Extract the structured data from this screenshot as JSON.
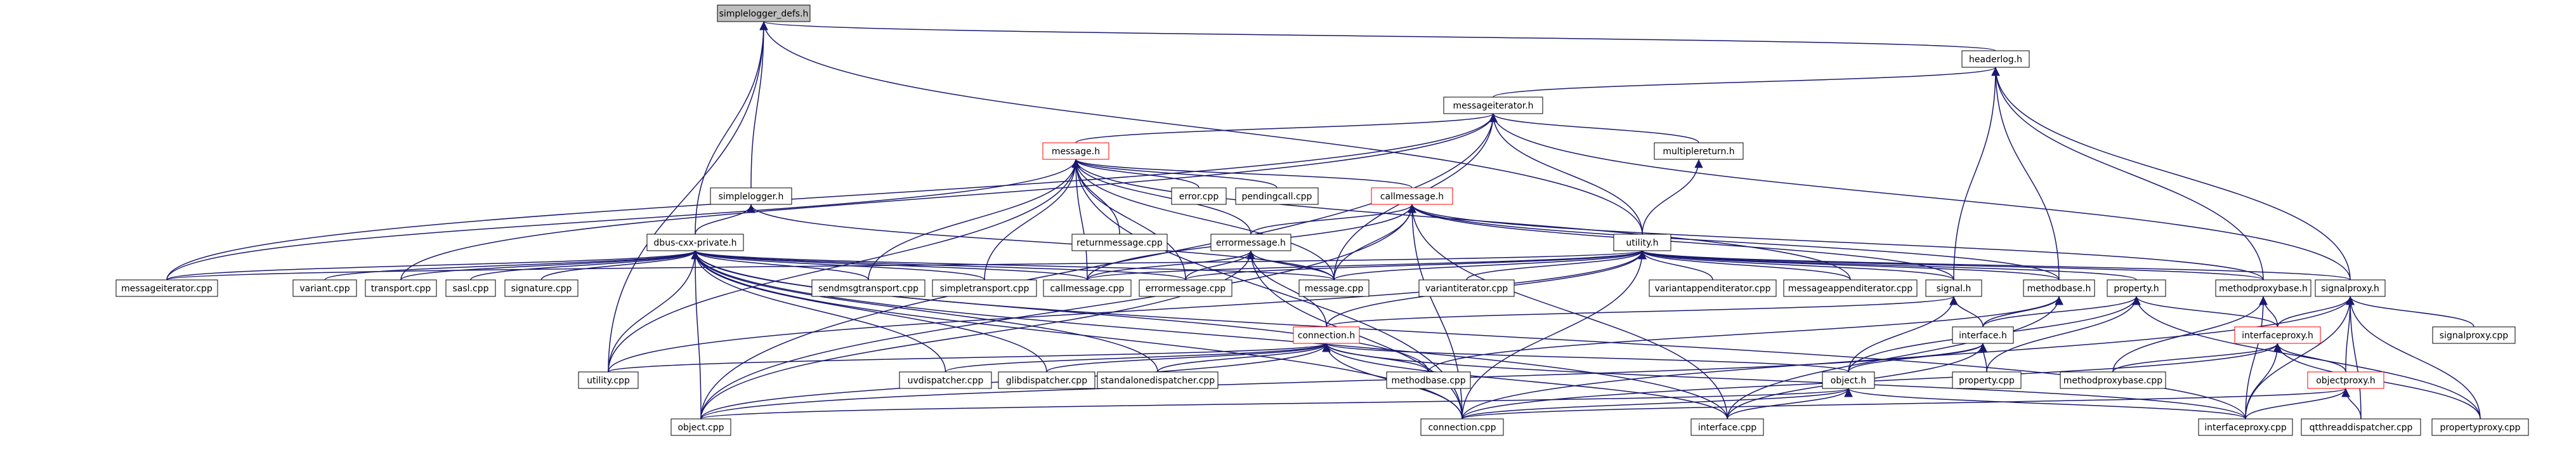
{
  "colors": {
    "edge": "#191970",
    "node_border": "#000000",
    "truncated_border": "#ff0000",
    "root_fill": "#bfbfbf",
    "background": "#ffffff"
  },
  "nodes": [
    {
      "id": "simplelogger_defs_h",
      "label": "simplelogger_defs.h",
      "kind": "root"
    },
    {
      "id": "headerlog_h",
      "label": "headerlog.h",
      "kind": "normal"
    },
    {
      "id": "messageiterator_h",
      "label": "messageiterator.h",
      "kind": "normal"
    },
    {
      "id": "message_h",
      "label": "message.h",
      "kind": "truncated"
    },
    {
      "id": "multiplereturn_h",
      "label": "multiplereturn.h",
      "kind": "normal"
    },
    {
      "id": "simplelogger_h",
      "label": "simplelogger.h",
      "kind": "normal"
    },
    {
      "id": "error_cpp",
      "label": "error.cpp",
      "kind": "normal"
    },
    {
      "id": "pendingcall_cpp",
      "label": "pendingcall.cpp",
      "kind": "normal"
    },
    {
      "id": "callmessage_h",
      "label": "callmessage.h",
      "kind": "truncated"
    },
    {
      "id": "returnmessage_cpp",
      "label": "returnmessage.cpp",
      "kind": "normal"
    },
    {
      "id": "dbus_cxx_private_h",
      "label": "dbus-cxx-private.h",
      "kind": "normal"
    },
    {
      "id": "errormessage_h",
      "label": "errormessage.h",
      "kind": "normal"
    },
    {
      "id": "utility_h",
      "label": "utility.h",
      "kind": "normal"
    },
    {
      "id": "messageiterator_cpp",
      "label": "messageiterator.cpp",
      "kind": "normal"
    },
    {
      "id": "variant_cpp",
      "label": "variant.cpp",
      "kind": "normal"
    },
    {
      "id": "transport_cpp",
      "label": "transport.cpp",
      "kind": "normal"
    },
    {
      "id": "sasl_cpp",
      "label": "sasl.cpp",
      "kind": "normal"
    },
    {
      "id": "signature_cpp",
      "label": "signature.cpp",
      "kind": "normal"
    },
    {
      "id": "sendmsgtransport_cpp",
      "label": "sendmsgtransport.cpp",
      "kind": "normal"
    },
    {
      "id": "simpletransport_cpp",
      "label": "simpletransport.cpp",
      "kind": "normal"
    },
    {
      "id": "callmessage_cpp",
      "label": "callmessage.cpp",
      "kind": "normal"
    },
    {
      "id": "errormessage_cpp",
      "label": "errormessage.cpp",
      "kind": "normal"
    },
    {
      "id": "message_cpp",
      "label": "message.cpp",
      "kind": "normal"
    },
    {
      "id": "variantiterator_cpp",
      "label": "variantiterator.cpp",
      "kind": "normal"
    },
    {
      "id": "variantappenditerator_cpp",
      "label": "variantappenditerator.cpp",
      "kind": "normal"
    },
    {
      "id": "messageappenditerator_cpp",
      "label": "messageappenditerator.cpp",
      "kind": "normal"
    },
    {
      "id": "signal_h",
      "label": "signal.h",
      "kind": "normal"
    },
    {
      "id": "methodbase_h",
      "label": "methodbase.h",
      "kind": "normal"
    },
    {
      "id": "property_h",
      "label": "property.h",
      "kind": "normal"
    },
    {
      "id": "methodproxybase_h",
      "label": "methodproxybase.h",
      "kind": "normal"
    },
    {
      "id": "signalproxy_h",
      "label": "signalproxy.h",
      "kind": "normal"
    },
    {
      "id": "signalproxy_cpp",
      "label": "signalproxy.cpp",
      "kind": "normal"
    },
    {
      "id": "connection_h",
      "label": "connection.h",
      "kind": "truncated"
    },
    {
      "id": "interface_h",
      "label": "interface.h",
      "kind": "normal"
    },
    {
      "id": "interfaceproxy_h",
      "label": "interfaceproxy.h",
      "kind": "truncated"
    },
    {
      "id": "utility_cpp",
      "label": "utility.cpp",
      "kind": "normal"
    },
    {
      "id": "uvdispatcher_cpp",
      "label": "uvdispatcher.cpp",
      "kind": "normal"
    },
    {
      "id": "glibdispatcher_cpp",
      "label": "glibdispatcher.cpp",
      "kind": "normal"
    },
    {
      "id": "standalonedispatcher_cpp",
      "label": "standalonedispatcher.cpp",
      "kind": "normal"
    },
    {
      "id": "methodbase_cpp",
      "label": "methodbase.cpp",
      "kind": "normal"
    },
    {
      "id": "property_cpp",
      "label": "property.cpp",
      "kind": "normal"
    },
    {
      "id": "methodproxybase_cpp",
      "label": "methodproxybase.cpp",
      "kind": "normal"
    },
    {
      "id": "objectproxy_h",
      "label": "objectproxy.h",
      "kind": "truncated"
    },
    {
      "id": "object_h",
      "label": "object.h",
      "kind": "normal"
    },
    {
      "id": "object_cpp",
      "label": "object.cpp",
      "kind": "normal"
    },
    {
      "id": "connection_cpp",
      "label": "connection.cpp",
      "kind": "normal"
    },
    {
      "id": "interface_cpp",
      "label": "interface.cpp",
      "kind": "normal"
    },
    {
      "id": "interfaceproxy_cpp",
      "label": "interfaceproxy.cpp",
      "kind": "normal"
    },
    {
      "id": "qtthreaddispatcher_cpp",
      "label": "qtthreaddispatcher.cpp",
      "kind": "normal"
    },
    {
      "id": "propertyproxy_cpp",
      "label": "propertyproxy.cpp",
      "kind": "normal"
    }
  ],
  "edges": [
    [
      "simplelogger_defs_h",
      "headerlog_h"
    ],
    [
      "simplelogger_defs_h",
      "simplelogger_h"
    ],
    [
      "simplelogger_defs_h",
      "dbus_cxx_private_h"
    ],
    [
      "simplelogger_defs_h",
      "utility_h"
    ],
    [
      "simplelogger_defs_h",
      "utility_cpp"
    ],
    [
      "headerlog_h",
      "messageiterator_h"
    ],
    [
      "headerlog_h",
      "signal_h"
    ],
    [
      "headerlog_h",
      "methodbase_h"
    ],
    [
      "headerlog_h",
      "methodproxybase_h"
    ],
    [
      "headerlog_h",
      "signalproxy_h"
    ],
    [
      "messageiterator_h",
      "message_h"
    ],
    [
      "messageiterator_h",
      "multiplereturn_h"
    ],
    [
      "messageiterator_h",
      "utility_h"
    ],
    [
      "messageiterator_h",
      "messageiterator_cpp"
    ],
    [
      "messageiterator_h",
      "message_cpp"
    ],
    [
      "messageiterator_h",
      "signalproxy_h"
    ],
    [
      "messageiterator_h",
      "object_cpp"
    ],
    [
      "messageiterator_h",
      "transport_cpp"
    ],
    [
      "message_h",
      "error_cpp"
    ],
    [
      "message_h",
      "pendingcall_cpp"
    ],
    [
      "message_h",
      "callmessage_h"
    ],
    [
      "message_h",
      "returnmessage_cpp"
    ],
    [
      "message_h",
      "errormessage_h"
    ],
    [
      "message_h",
      "sendmsgtransport_cpp"
    ],
    [
      "message_h",
      "simpletransport_cpp"
    ],
    [
      "message_h",
      "callmessage_cpp"
    ],
    [
      "message_h",
      "errormessage_cpp"
    ],
    [
      "message_h",
      "message_cpp"
    ],
    [
      "message_h",
      "messageiterator_cpp"
    ],
    [
      "message_h",
      "messageappenditerator_cpp"
    ],
    [
      "message_h",
      "utility_cpp"
    ],
    [
      "message_h",
      "connection_cpp"
    ],
    [
      "multiplereturn_h",
      "utility_h"
    ],
    [
      "simplelogger_h",
      "dbus_cxx_private_h"
    ],
    [
      "simplelogger_h",
      "message_cpp"
    ],
    [
      "callmessage_h",
      "errormessage_h"
    ],
    [
      "callmessage_h",
      "callmessage_cpp"
    ],
    [
      "callmessage_h",
      "message_cpp"
    ],
    [
      "callmessage_h",
      "signal_h"
    ],
    [
      "callmessage_h",
      "methodbase_h"
    ],
    [
      "callmessage_h",
      "interface_cpp"
    ],
    [
      "callmessage_h",
      "connection_cpp"
    ],
    [
      "callmessage_h",
      "object_cpp"
    ],
    [
      "callmessage_h",
      "methodproxybase_h"
    ],
    [
      "dbus_cxx_private_h",
      "messageiterator_cpp"
    ],
    [
      "dbus_cxx_private_h",
      "variant_cpp"
    ],
    [
      "dbus_cxx_private_h",
      "transport_cpp"
    ],
    [
      "dbus_cxx_private_h",
      "sasl_cpp"
    ],
    [
      "dbus_cxx_private_h",
      "signature_cpp"
    ],
    [
      "dbus_cxx_private_h",
      "sendmsgtransport_cpp"
    ],
    [
      "dbus_cxx_private_h",
      "simpletransport_cpp"
    ],
    [
      "dbus_cxx_private_h",
      "callmessage_cpp"
    ],
    [
      "dbus_cxx_private_h",
      "errormessage_cpp"
    ],
    [
      "dbus_cxx_private_h",
      "message_cpp"
    ],
    [
      "dbus_cxx_private_h",
      "utility_cpp"
    ],
    [
      "dbus_cxx_private_h",
      "uvdispatcher_cpp"
    ],
    [
      "dbus_cxx_private_h",
      "glibdispatcher_cpp"
    ],
    [
      "dbus_cxx_private_h",
      "standalonedispatcher_cpp"
    ],
    [
      "dbus_cxx_private_h",
      "methodbase_cpp"
    ],
    [
      "dbus_cxx_private_h",
      "object_cpp"
    ],
    [
      "dbus_cxx_private_h",
      "connection_cpp"
    ],
    [
      "dbus_cxx_private_h",
      "interface_cpp"
    ],
    [
      "dbus_cxx_private_h",
      "interfaceproxy_cpp"
    ],
    [
      "errormessage_h",
      "callmessage_cpp"
    ],
    [
      "errormessage_h",
      "errormessage_cpp"
    ],
    [
      "errormessage_h",
      "message_cpp"
    ],
    [
      "errormessage_h",
      "connection_h"
    ],
    [
      "errormessage_h",
      "object_cpp"
    ],
    [
      "errormessage_h",
      "connection_cpp"
    ],
    [
      "utility_h",
      "message_cpp"
    ],
    [
      "utility_h",
      "variantiterator_cpp"
    ],
    [
      "utility_h",
      "variantappenditerator_cpp"
    ],
    [
      "utility_h",
      "messageappenditerator_cpp"
    ],
    [
      "utility_h",
      "messageiterator_cpp"
    ],
    [
      "utility_h",
      "signal_h"
    ],
    [
      "utility_h",
      "methodbase_h"
    ],
    [
      "utility_h",
      "property_h"
    ],
    [
      "utility_h",
      "methodproxybase_h"
    ],
    [
      "utility_h",
      "signalproxy_h"
    ],
    [
      "utility_h",
      "utility_cpp"
    ],
    [
      "utility_h",
      "connection_h"
    ],
    [
      "utility_h",
      "connection_cpp"
    ],
    [
      "utility_h",
      "errormessage_cpp"
    ],
    [
      "utility_h",
      "callmessage_cpp"
    ],
    [
      "signal_h",
      "connection_h"
    ],
    [
      "signal_h",
      "interface_h"
    ],
    [
      "signal_h",
      "object_h"
    ],
    [
      "methodbase_h",
      "interface_h"
    ],
    [
      "methodbase_h",
      "methodbase_cpp"
    ],
    [
      "methodbase_h",
      "interface_cpp"
    ],
    [
      "property_h",
      "interface_h"
    ],
    [
      "property_h",
      "property_cpp"
    ],
    [
      "property_h",
      "interfaceproxy_h"
    ],
    [
      "property_h",
      "propertyproxy_cpp"
    ],
    [
      "property_h",
      "object_h"
    ],
    [
      "methodproxybase_h",
      "interfaceproxy_h"
    ],
    [
      "methodproxybase_h",
      "methodproxybase_cpp"
    ],
    [
      "methodproxybase_h",
      "interfaceproxy_cpp"
    ],
    [
      "signalproxy_h",
      "signalproxy_cpp"
    ],
    [
      "signalproxy_h",
      "interfaceproxy_h"
    ],
    [
      "signalproxy_h",
      "objectproxy_h"
    ],
    [
      "signalproxy_h",
      "connection_cpp"
    ],
    [
      "signalproxy_h",
      "interfaceproxy_cpp"
    ],
    [
      "signalproxy_h",
      "propertyproxy_cpp"
    ],
    [
      "signalproxy_h",
      "qtthreaddispatcher_cpp"
    ],
    [
      "connection_h",
      "utility_cpp"
    ],
    [
      "connection_h",
      "uvdispatcher_cpp"
    ],
    [
      "connection_h",
      "glibdispatcher_cpp"
    ],
    [
      "connection_h",
      "standalonedispatcher_cpp"
    ],
    [
      "connection_h",
      "methodbase_cpp"
    ],
    [
      "connection_h",
      "object_cpp"
    ],
    [
      "connection_h",
      "connection_cpp"
    ],
    [
      "connection_h",
      "interface_cpp"
    ],
    [
      "connection_h",
      "interfaceproxy_cpp"
    ],
    [
      "connection_h",
      "object_h"
    ],
    [
      "interface_h",
      "object_h"
    ],
    [
      "interface_h",
      "property_cpp"
    ],
    [
      "interface_h",
      "interface_cpp"
    ],
    [
      "interface_h",
      "object_cpp"
    ],
    [
      "interfaceproxy_h",
      "objectproxy_h"
    ],
    [
      "interfaceproxy_h",
      "methodproxybase_cpp"
    ],
    [
      "interfaceproxy_h",
      "interfaceproxy_cpp"
    ],
    [
      "interfaceproxy_h",
      "connection_cpp"
    ],
    [
      "interfaceproxy_h",
      "propertyproxy_cpp"
    ],
    [
      "objectproxy_h",
      "connection_cpp"
    ],
    [
      "objectproxy_h",
      "interfaceproxy_cpp"
    ],
    [
      "objectproxy_h",
      "qtthreaddispatcher_cpp"
    ],
    [
      "object_h",
      "object_cpp"
    ],
    [
      "object_h",
      "connection_cpp"
    ],
    [
      "object_h",
      "interface_cpp"
    ],
    [
      "object_h",
      "interfaceproxy_cpp"
    ]
  ]
}
